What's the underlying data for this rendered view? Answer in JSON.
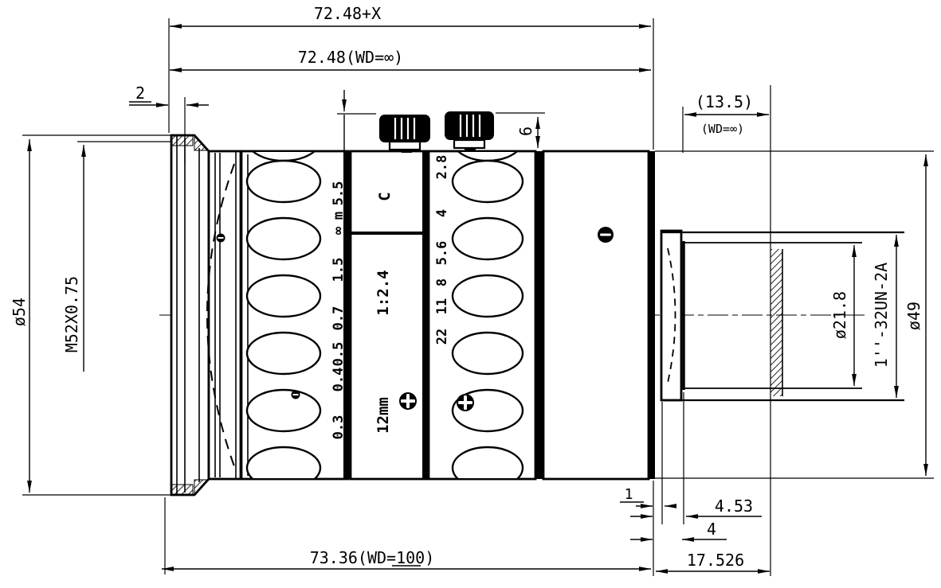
{
  "drawing": {
    "type": "lens-mechanical-cross-section",
    "colors": {
      "line": "#000000",
      "background": "#ffffff"
    },
    "dims": {
      "total_plus_x": "72.48+X",
      "total_inf": "72.48(WD=∞)",
      "front_lip": "2",
      "front_od": "ø54",
      "filter_thread": "M52X0.75",
      "knob_height": "6",
      "rear_clearance": "(13.5)",
      "rear_clearance_cond": "(WD=∞)",
      "barrel_od": "ø49",
      "mount_thread": "1''-32UN-2A",
      "mount_id": "ø21.8",
      "step_one": "1",
      "step_453": "4.53",
      "step_four": "4",
      "flange_focal": "17.526",
      "total_wd100": "73.36(WD=100)"
    },
    "ring_labels": {
      "mount": "C",
      "speed": "1:2.4",
      "focal": "12mm"
    },
    "scales": {
      "focus": [
        "5.5",
        "m",
        "∞",
        "1.5",
        "0.7",
        "0.5",
        "0.4",
        "0.3"
      ],
      "aperture": [
        "2.8",
        "4",
        "5.6",
        "8",
        "11",
        "22"
      ]
    }
  }
}
